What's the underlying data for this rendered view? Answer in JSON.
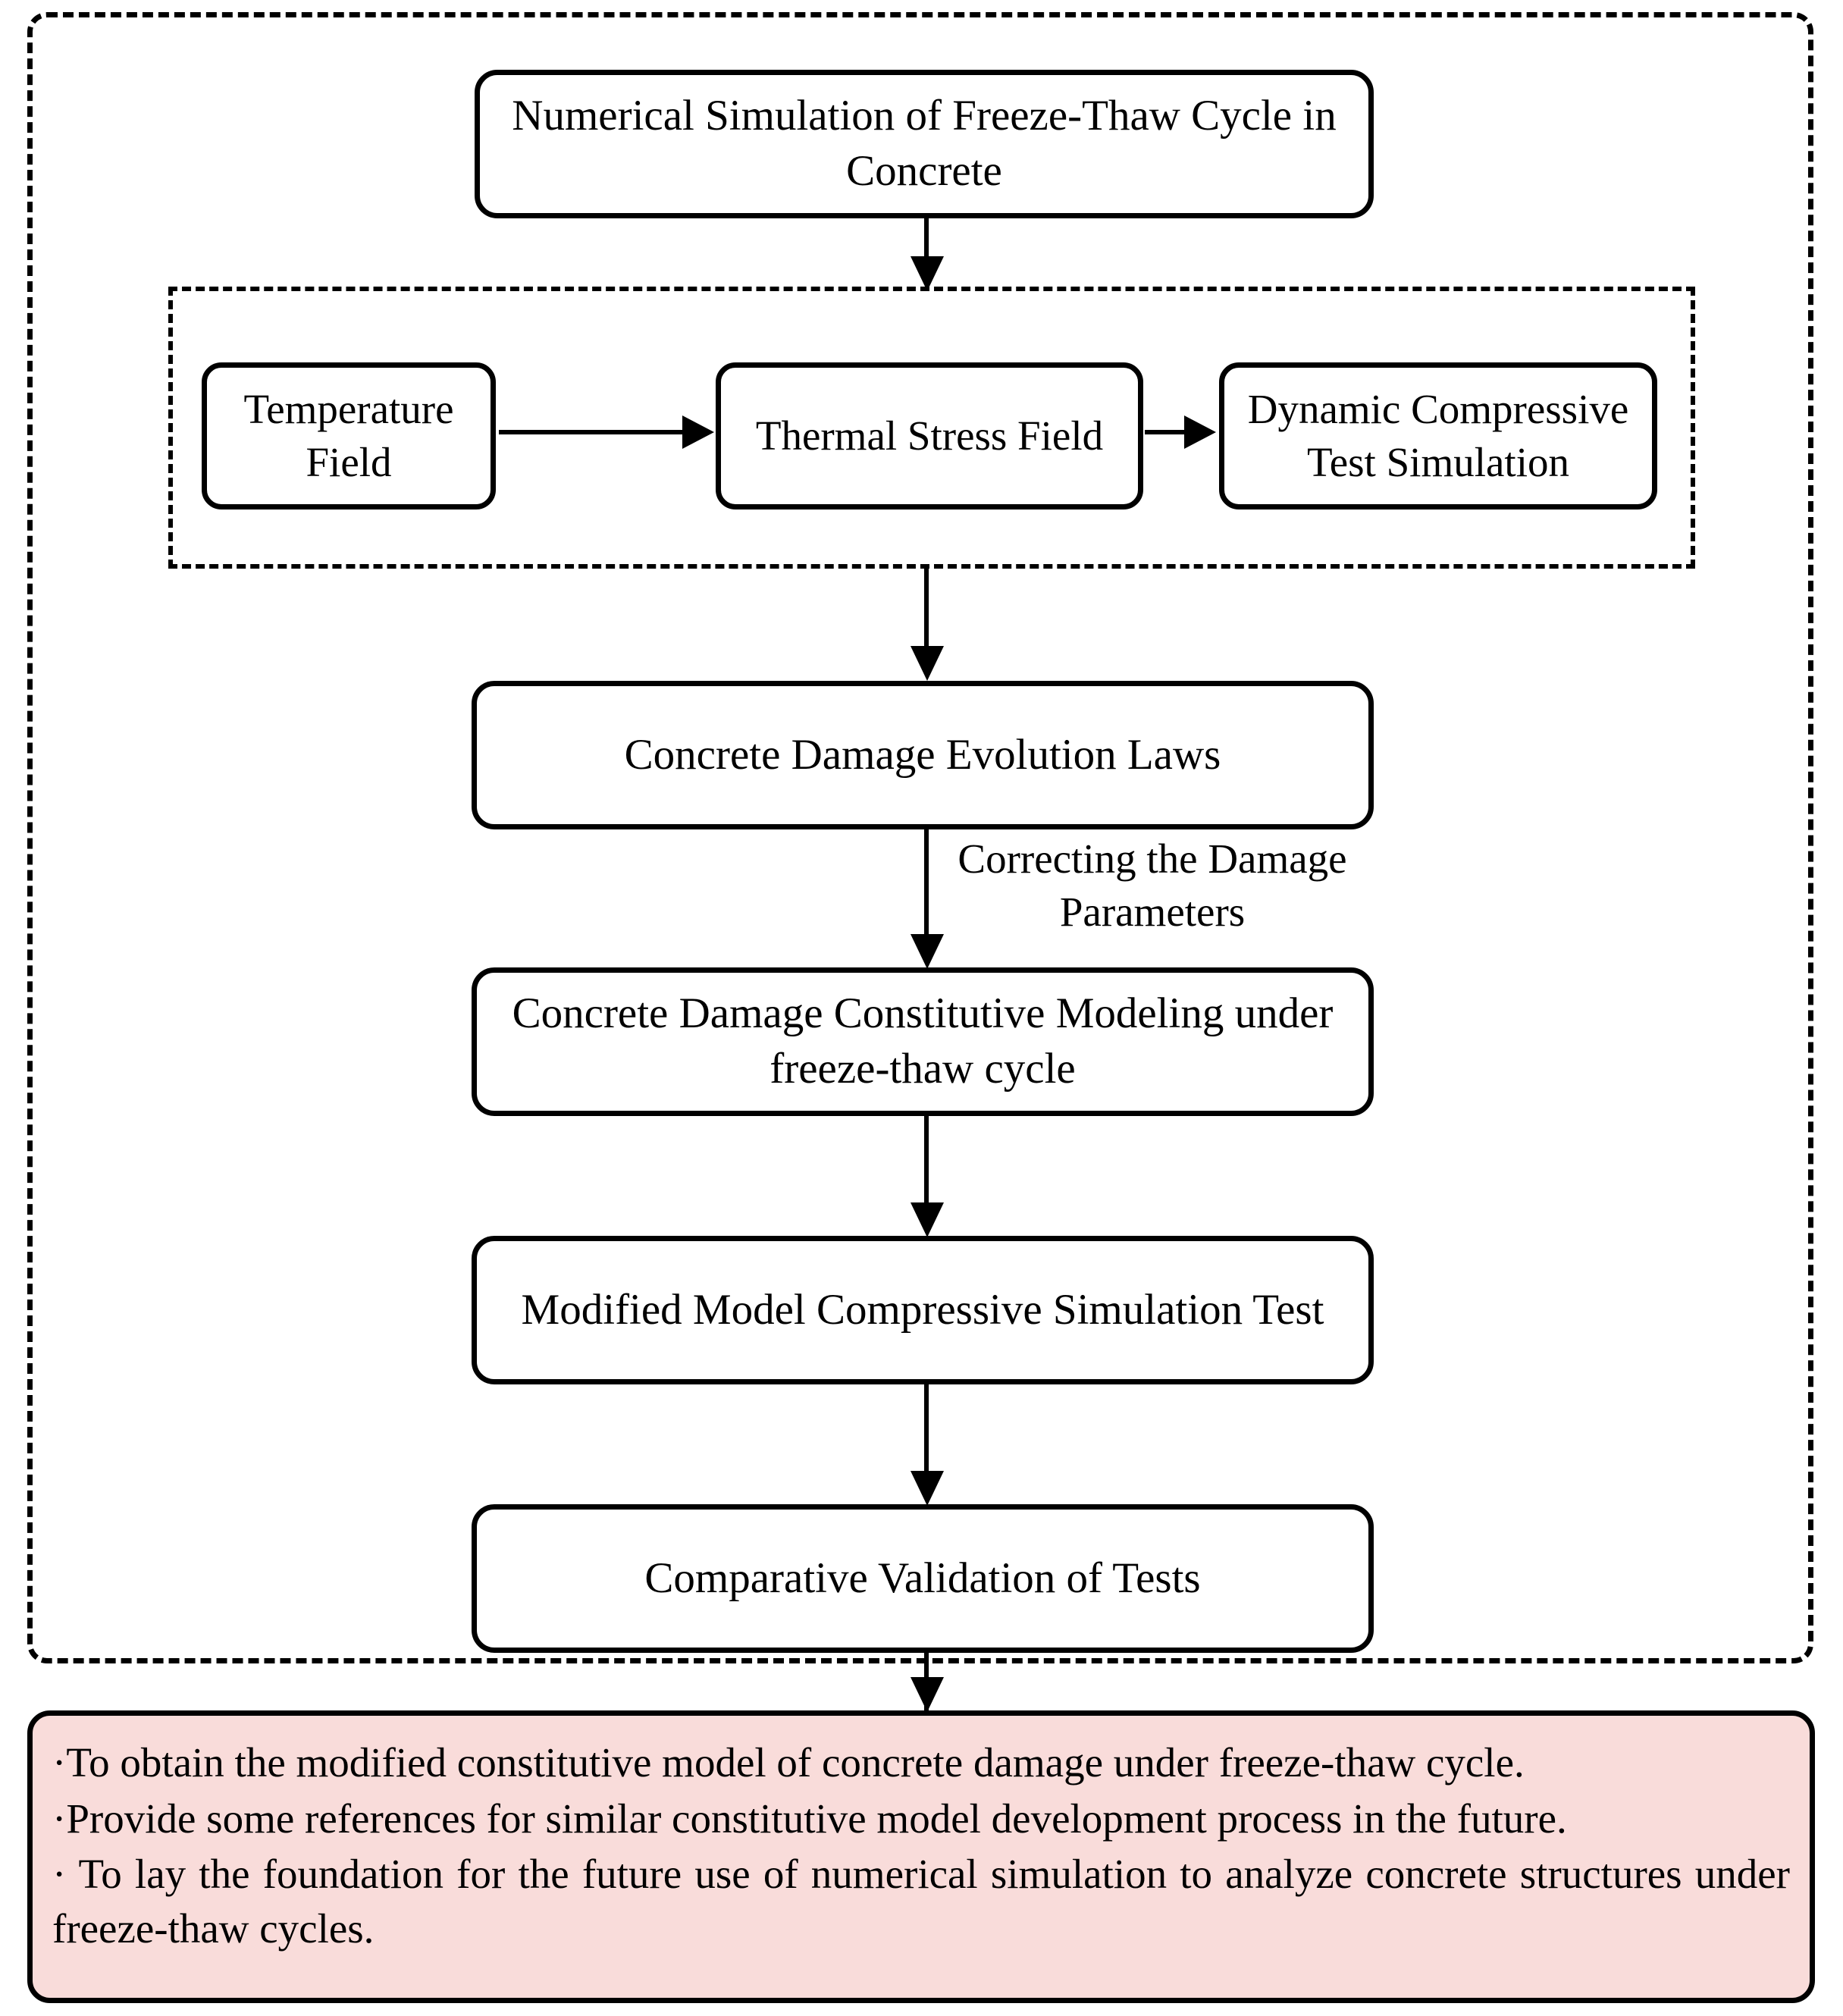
{
  "diagram": {
    "title_box": {
      "label": "Numerical Simulation of Freeze-Thaw Cycle in Concrete"
    },
    "simulation_group": {
      "boxes": [
        {
          "label": "Temperature Field"
        },
        {
          "label": "Thermal Stress Field"
        },
        {
          "label": "Dynamic Compressive Test Simulation"
        }
      ]
    },
    "main_steps": [
      {
        "label": "Concrete Damage Evolution Laws"
      },
      {
        "label": "Concrete Damage Constitutive Modeling under freeze-thaw cycle"
      },
      {
        "label": "Modified Model Compressive Simulation Test"
      },
      {
        "label": "Comparative Validation of Tests"
      }
    ],
    "edge_labels": [
      {
        "label": "Correcting the Damage\nParameters"
      }
    ],
    "summary": {
      "background_color": "#f9dcda",
      "lines": [
        "·To obtain the modified constitutive model of concrete damage under freeze-thaw cycle.",
        "·Provide some references for similar constitutive model development process in the future.",
        "· To lay the foundation for the future use of numerical simulation to analyze concrete structures under freeze-thaw cycles."
      ]
    },
    "colors": {
      "stroke": "#000000",
      "canvas": "#ffffff",
      "summary_fill": "#f9dcda"
    }
  }
}
